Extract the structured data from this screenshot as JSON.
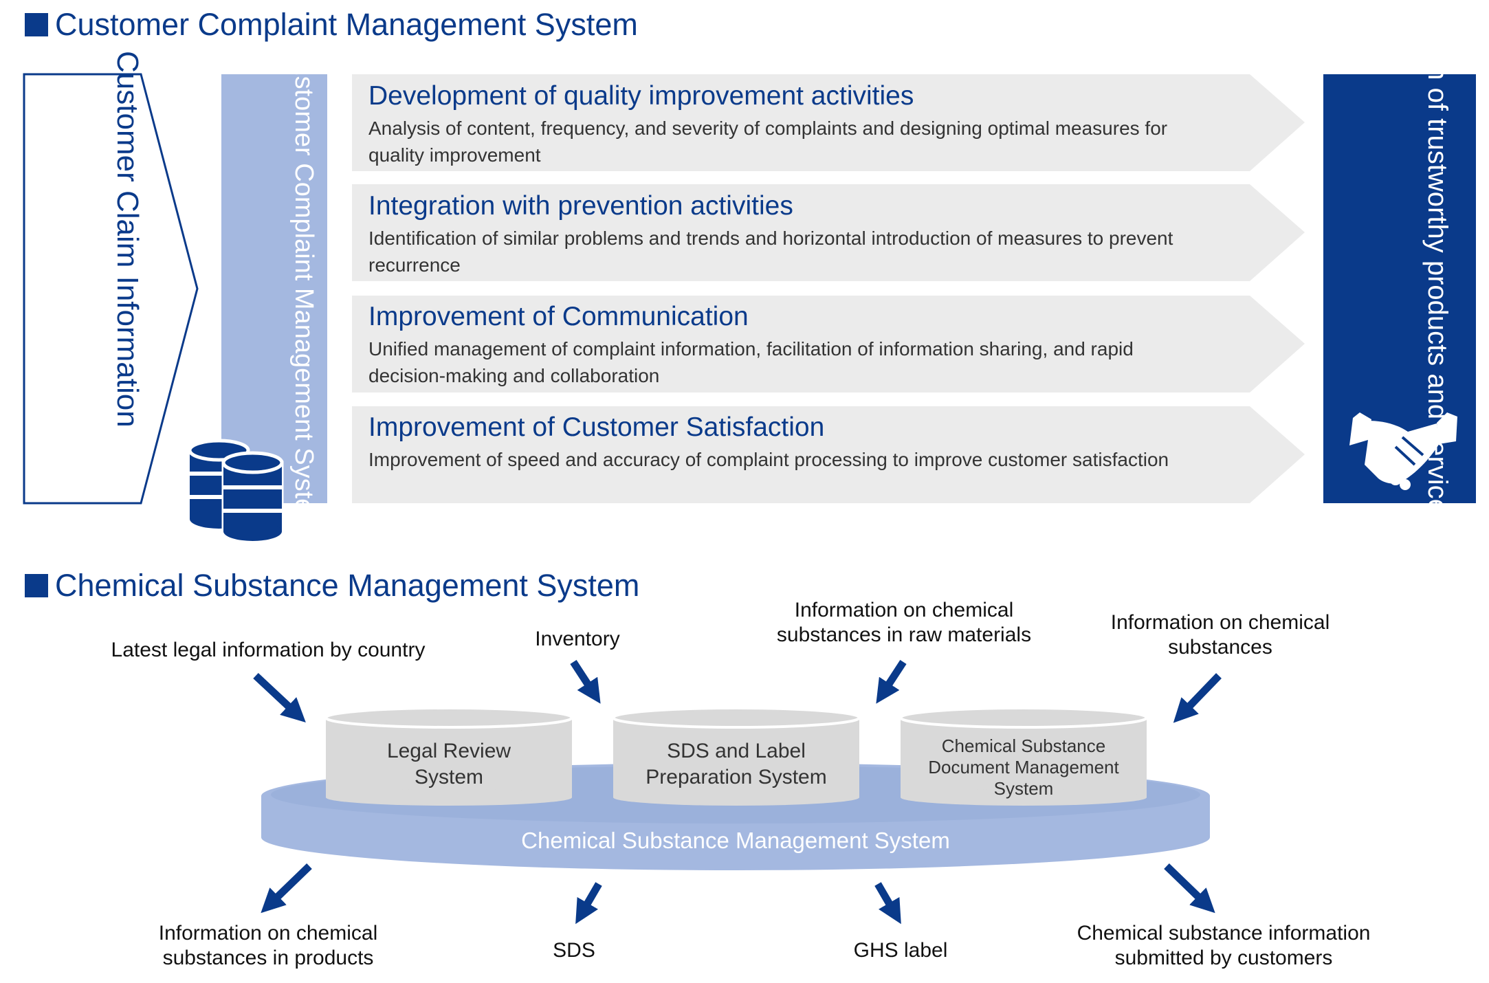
{
  "complaint": {
    "title": "Customer Complaint Management System",
    "input_label": "Customer Claim Information",
    "system_label": "Customer Complaint Management System",
    "activities": [
      {
        "title": "Development of quality improvement activities",
        "desc": "Analysis of content, frequency, and severity of complaints and designing optimal measures for quality improvement"
      },
      {
        "title": "Integration with prevention activities",
        "desc": "Identification of similar problems and trends and horizontal introduction of measures to prevent recurrence"
      },
      {
        "title": "Improvement of Communication",
        "desc": "Unified management of complaint information, facilitation of information sharing, and rapid decision-making and collaboration"
      },
      {
        "title": "Improvement of Customer Satisfaction",
        "desc": "Improvement of speed and accuracy of complaint processing to improve customer satisfaction"
      }
    ],
    "output_label": "Provision of trustworthy products and services",
    "icons": [
      "database-icon",
      "handshake-icon"
    ]
  },
  "chemical": {
    "title": "Chemical Substance Management System",
    "inputs": [
      "Latest legal information by country",
      "Inventory",
      "Information on chemical substances in raw materials",
      "Information on chemical substances"
    ],
    "systems": [
      "Legal Review System",
      "SDS and Label Preparation System",
      "Chemical Substance Document Management System"
    ],
    "base_label": "Chemical Substance Management System",
    "outputs": [
      "Information on chemical substances in products",
      "SDS",
      "GHS label",
      "Chemical substance information submitted by customers"
    ]
  },
  "colors": {
    "navy": "#0a3a8a",
    "light_blue": "#a4b8e0",
    "gray_arrow": "#ebebeb",
    "cylinder_gray": "#d9d9d9"
  }
}
